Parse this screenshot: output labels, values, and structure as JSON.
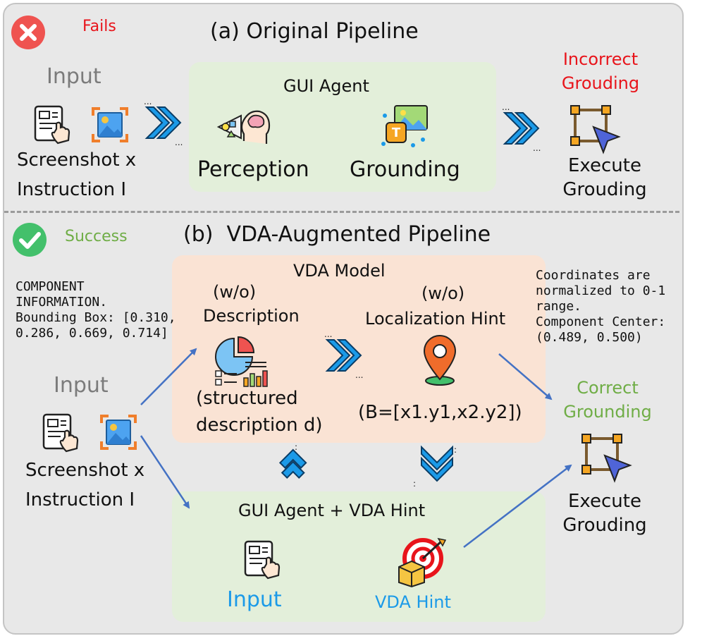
{
  "original": {
    "status_label": "Fails",
    "title": "(a) Original Pipeline",
    "input_label": "Input",
    "screenshot_label": "Screenshot x",
    "instruction_label": "Instruction I",
    "agent_title": "GUI Agent",
    "perception_label": "Perception",
    "grounding_label": "Grounding",
    "outcome_line1": "Incorrect",
    "outcome_line2": "Grouding",
    "execute_line1": "Execute",
    "execute_line2": "Grouding"
  },
  "augmented": {
    "status_label": "Success",
    "title": "(b)  VDA-Augmented Pipeline",
    "component_info": "COMPONENT\nINFORMATION.\nBounding Box: [0.310,\n0.286, 0.669, 0.714]",
    "input_label": "Input",
    "screenshot_label": "Screenshot x",
    "instruction_label": "Instruction I",
    "vda_title": "VDA Model",
    "desc_wo": "(w/o)",
    "desc_label": "Description",
    "desc_caption1": "(structured",
    "desc_caption2": "description d)",
    "hint_wo": "(w/o)",
    "hint_label": "Localization Hint",
    "hint_caption": "(B=[x1.y1,x2.y2])",
    "coord_note": "Coordinates are\nnormalized to 0-1\nrange.\nComponent Center:\n(0.489, 0.500)",
    "outcome_line1": "Correct",
    "outcome_line2": "Grounding",
    "agent_title": "GUI Agent + VDA Hint",
    "agent_input_label": "Input",
    "agent_hint_label": "VDA Hint",
    "execute_line1": "Execute",
    "execute_line2": "Grouding"
  },
  "icons": [
    "fail-x-icon",
    "success-check-icon",
    "document-hand-icon",
    "image-frame-icon",
    "double-chevron-icon",
    "brain-eye-icon",
    "grounding-monitor-icon",
    "cursor-frame-icon",
    "chart-report-icon",
    "location-pin-icon",
    "target-arrow-icon"
  ],
  "colors": {
    "fail": "#e8141b",
    "success": "#6fad46",
    "accent_blue": "#1b9ae8",
    "arrow": "#4472c4",
    "panel_green": "#e3efda",
    "panel_pink": "#fae3d4"
  }
}
